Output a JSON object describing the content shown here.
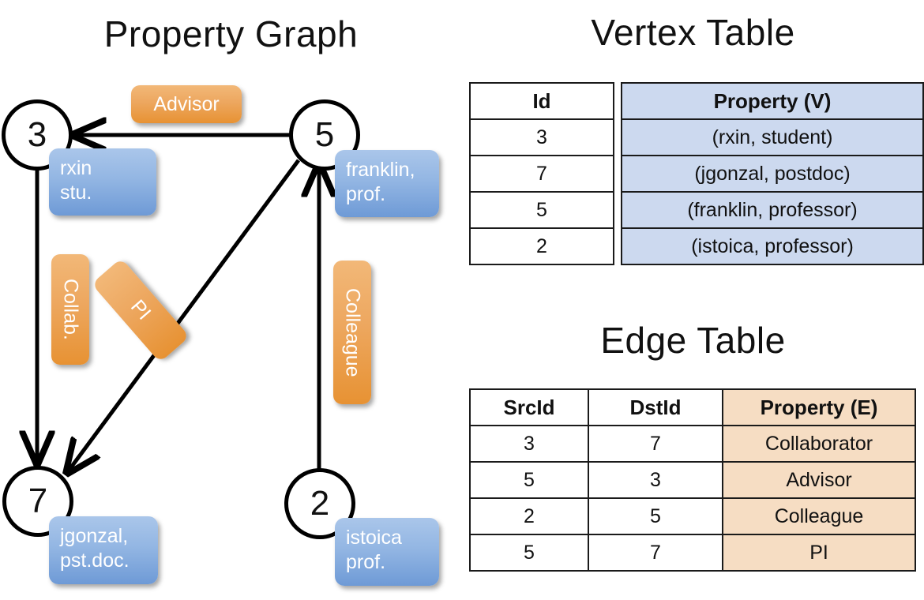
{
  "titles": {
    "property_graph": "Property Graph",
    "vertex_table": "Vertex Table",
    "edge_table": "Edge Table"
  },
  "graph": {
    "nodes": [
      {
        "id": "3",
        "property": "rxin\nstu."
      },
      {
        "id": "5",
        "property": "franklin,\nprof."
      },
      {
        "id": "7",
        "property": "jgonzal,\npst.doc."
      },
      {
        "id": "2",
        "property": "istoica\nprof."
      }
    ],
    "edge_labels": [
      {
        "label": "Advisor",
        "orientation": "horizontal"
      },
      {
        "label": "Collab.",
        "orientation": "vertical"
      },
      {
        "label": "PI",
        "orientation": "rotated"
      },
      {
        "label": "Colleague",
        "orientation": "vertical"
      }
    ]
  },
  "vertex_table": {
    "headers": [
      "Id",
      "Property (V)"
    ],
    "rows": [
      {
        "id": "3",
        "property": "(rxin, student)"
      },
      {
        "id": "7",
        "property": "(jgonzal, postdoc)"
      },
      {
        "id": "5",
        "property": "(franklin, professor)"
      },
      {
        "id": "2",
        "property": "(istoica, professor)"
      }
    ]
  },
  "edge_table": {
    "headers": [
      "SrcId",
      "DstId",
      "Property (E)"
    ],
    "rows": [
      {
        "src": "3",
        "dst": "7",
        "property": "Collaborator"
      },
      {
        "src": "5",
        "dst": "3",
        "property": "Advisor"
      },
      {
        "src": "2",
        "dst": "5",
        "property": "Colleague"
      },
      {
        "src": "5",
        "dst": "7",
        "property": "PI"
      }
    ]
  },
  "colors": {
    "vertex_fill": "#ccd9ef",
    "edge_fill": "#f6ddc3",
    "vertex_callout": "#6e9ad6",
    "edge_callout": "#e79233",
    "stroke": "#000000"
  }
}
